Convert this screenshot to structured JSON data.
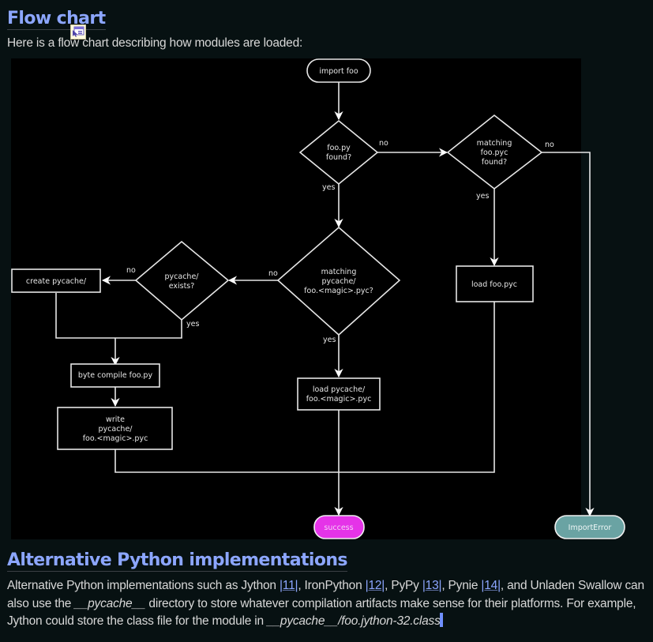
{
  "section1": {
    "heading": "Flow chart",
    "intro": "Here is a flow chart describing how modules are loaded:"
  },
  "flowchart": {
    "nodes": {
      "import_foo": "import foo",
      "foo_py_found": [
        "foo.py",
        "found?"
      ],
      "matching_foo_pyc": [
        "matching",
        "foo.pyc",
        "found?"
      ],
      "matching_pycache": [
        "matching",
        "pycache/",
        "foo.<magic>.pyc?"
      ],
      "pycache_exists": [
        "pycache/",
        "exists?"
      ],
      "create_pycache": "create pycache/",
      "load_foo_pyc": "load foo.pyc",
      "byte_compile": "byte compile foo.py",
      "write_pycache": [
        "write",
        "pycache/",
        "foo.<magic>.pyc"
      ],
      "load_pycache": [
        "load pycache/",
        "foo.<magic>.pyc"
      ],
      "success": "success",
      "import_error": "ImportError"
    },
    "edge_labels": {
      "yes": "yes",
      "no": "no"
    },
    "colors": {
      "success": "#e533e8",
      "import_error": "#6aa3a3",
      "stroke": "#e6e6e6"
    }
  },
  "section2": {
    "heading": "Alternative Python implementations",
    "p1": "Alternative Python implementations such as Jython ",
    "ref11": "11",
    "p2": ", IronPython ",
    "ref12": "12",
    "p3": ", PyPy ",
    "ref13": "13",
    "p4": ", Pynie ",
    "ref14": "14",
    "p5": ", and Unladen Swallow can also use the ",
    "em1": "__pycache__",
    "p6": " directory to store whatever compilation artifacts make sense for their platforms. For example, Jython could store the class file for the module in ",
    "em2": "__pycache__/foo.jython-32.class",
    "p7": ""
  }
}
